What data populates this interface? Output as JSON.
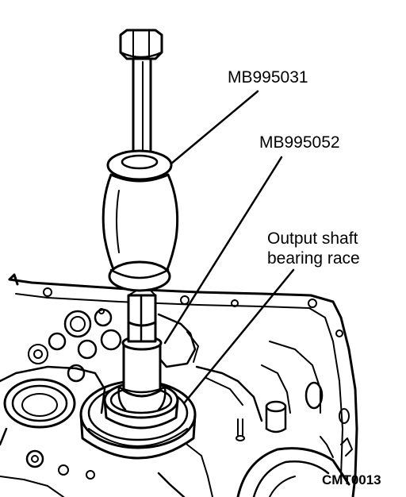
{
  "labels": {
    "tool_1": "MB995031",
    "tool_2": "MB995052",
    "part_line_1": "Output shaft",
    "part_line_2": "bearing race",
    "figure_code": "CMT0013"
  }
}
